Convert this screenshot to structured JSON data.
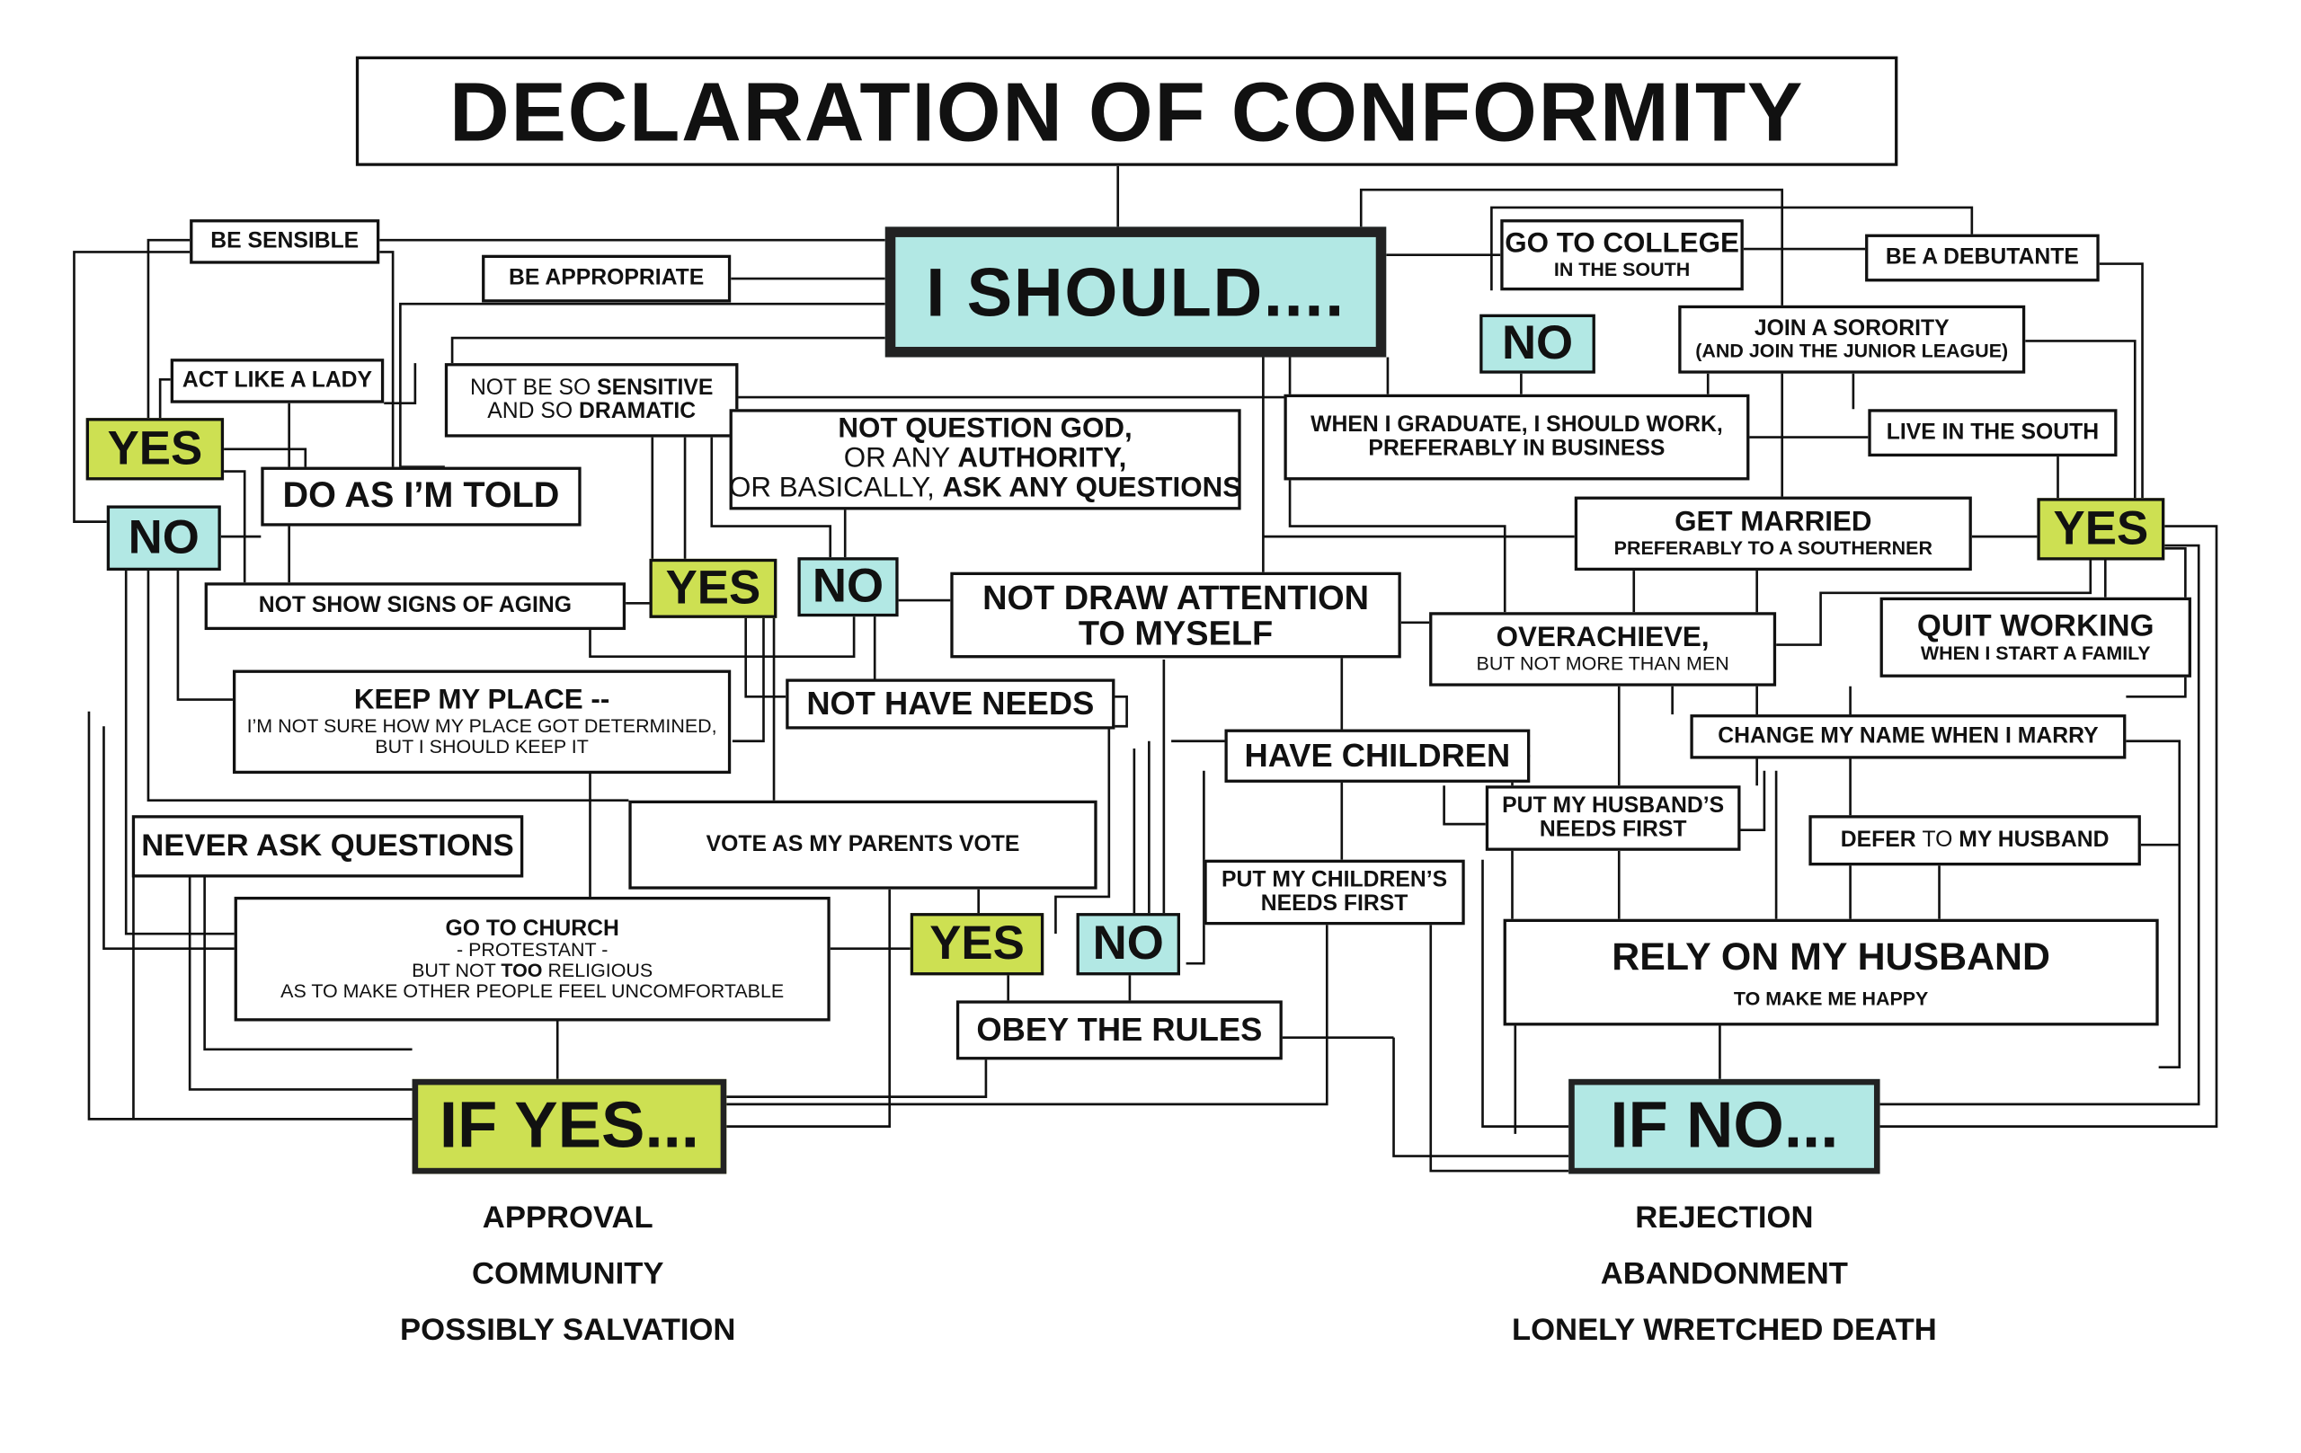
{
  "title": "DECLARATION OF CONFORMITY",
  "colors": {
    "yes": "#cde052",
    "no": "#b2e8e4",
    "ink": "#111111"
  },
  "nodes": [
    {
      "id": "should",
      "kind": "root",
      "lines": [
        [
          {
            "t": "I SHOULD...."
          }
        ]
      ]
    },
    {
      "id": "sensible",
      "kind": "sm",
      "lines": [
        [
          {
            "t": "BE SENSIBLE"
          }
        ]
      ]
    },
    {
      "id": "appropriate",
      "kind": "sm",
      "lines": [
        [
          {
            "t": "BE APPROPRIATE"
          }
        ]
      ]
    },
    {
      "id": "lady",
      "kind": "sm",
      "lines": [
        [
          {
            "t": "ACT LIKE A LADY"
          }
        ]
      ]
    },
    {
      "id": "sensitive",
      "kind": "sm",
      "lines": [
        [
          {
            "t": "NOT BE SO ",
            "r": true
          },
          {
            "t": "SENSITIVE"
          }
        ],
        [
          {
            "t": "AND SO ",
            "r": true
          },
          {
            "t": "DRAMATIC"
          }
        ]
      ]
    },
    {
      "id": "question",
      "kind": "big",
      "lines": [
        [
          {
            "t": "NOT QUESTION GOD,"
          }
        ],
        [
          {
            "t": "OR ANY ",
            "r": true
          },
          {
            "t": "AUTHORITY,"
          }
        ],
        [
          {
            "t": "OR BASICALLY, ",
            "r": true
          },
          {
            "t": "ASK ANY QUESTIONS"
          }
        ]
      ]
    },
    {
      "id": "yes1",
      "kind": "yes",
      "lines": [
        [
          {
            "t": "YES"
          }
        ]
      ]
    },
    {
      "id": "no1",
      "kind": "no",
      "lines": [
        [
          {
            "t": "NO"
          }
        ]
      ]
    },
    {
      "id": "told",
      "kind": "big",
      "lines": [
        [
          {
            "t": "DO AS I’M TOLD"
          }
        ]
      ]
    },
    {
      "id": "aging",
      "kind": "sm",
      "lines": [
        [
          {
            "t": "NOT SHOW SIGNS OF AGING"
          }
        ]
      ]
    },
    {
      "id": "yes2",
      "kind": "yes",
      "lines": [
        [
          {
            "t": "YES"
          }
        ]
      ]
    },
    {
      "id": "no2",
      "kind": "no",
      "lines": [
        [
          {
            "t": "NO"
          }
        ]
      ]
    },
    {
      "id": "attention",
      "kind": "big",
      "lines": [
        [
          {
            "t": "NOT DRAW ATTENTION"
          }
        ],
        [
          {
            "t": "TO MYSELF"
          }
        ]
      ]
    },
    {
      "id": "place",
      "kind": "big",
      "lines": [
        [
          {
            "t": "KEEP MY PLACE --"
          }
        ],
        [
          {
            "t": "I’M NOT SURE HOW MY PLACE GOT DETERMINED,",
            "r": true,
            "s": true
          }
        ],
        [
          {
            "t": "BUT I SHOULD KEEP IT",
            "r": true,
            "s": true
          }
        ]
      ]
    },
    {
      "id": "needs",
      "kind": "big",
      "lines": [
        [
          {
            "t": "NOT HAVE NEEDS"
          }
        ]
      ]
    },
    {
      "id": "children",
      "kind": "big",
      "lines": [
        [
          {
            "t": "HAVE CHILDREN"
          }
        ]
      ]
    },
    {
      "id": "never",
      "kind": "big",
      "lines": [
        [
          {
            "t": "NEVER ASK QUESTIONS"
          }
        ]
      ]
    },
    {
      "id": "vote",
      "kind": "sm",
      "lines": [
        [
          {
            "t": "VOTE AS MY PARENTS VOTE"
          }
        ]
      ]
    },
    {
      "id": "church",
      "kind": "sm",
      "lines": [
        [
          {
            "t": "GO TO CHURCH"
          }
        ],
        [
          {
            "t": "- PROTESTANT -",
            "r": true,
            "s": true
          }
        ],
        [
          {
            "t": "BUT NOT ",
            "r": true,
            "s": true
          },
          {
            "t": "TOO",
            "s": true
          },
          {
            "t": " RELIGIOUS",
            "r": true,
            "s": true
          }
        ],
        [
          {
            "t": "AS TO MAKE OTHER PEOPLE FEEL UNCOMFORTABLE",
            "r": true,
            "s": true
          }
        ]
      ]
    },
    {
      "id": "yes3",
      "kind": "yes",
      "lines": [
        [
          {
            "t": "YES"
          }
        ]
      ]
    },
    {
      "id": "no3",
      "kind": "no",
      "lines": [
        [
          {
            "t": "NO"
          }
        ]
      ]
    },
    {
      "id": "rules",
      "kind": "big",
      "lines": [
        [
          {
            "t": "OBEY THE RULES"
          }
        ]
      ]
    },
    {
      "id": "kids",
      "kind": "sm",
      "lines": [
        [
          {
            "t": "PUT MY CHILDREN’S"
          }
        ],
        [
          {
            "t": "NEEDS FIRST"
          }
        ]
      ]
    },
    {
      "id": "husneeds",
      "kind": "sm",
      "lines": [
        [
          {
            "t": "PUT MY HUSBAND’S"
          }
        ],
        [
          {
            "t": "NEEDS FIRST"
          }
        ]
      ]
    },
    {
      "id": "college",
      "kind": "big",
      "lines": [
        [
          {
            "t": "GO TO COLLEGE"
          }
        ],
        [
          {
            "t": "IN THE SOUTH",
            "s": true
          }
        ]
      ]
    },
    {
      "id": "no4",
      "kind": "no",
      "lines": [
        [
          {
            "t": "NO"
          }
        ]
      ]
    },
    {
      "id": "debutante",
      "kind": "sm",
      "lines": [
        [
          {
            "t": "BE A DEBUTANTE"
          }
        ]
      ]
    },
    {
      "id": "sorority",
      "kind": "sm",
      "lines": [
        [
          {
            "t": "JOIN A SORORITY"
          }
        ],
        [
          {
            "t": "(AND JOIN THE JUNIOR LEAGUE)",
            "s": true
          }
        ]
      ]
    },
    {
      "id": "graduate",
      "kind": "sm",
      "lines": [
        [
          {
            "t": "WHEN I GRADUATE, I SHOULD WORK,"
          }
        ],
        [
          {
            "t": "PREFERABLY IN BUSINESS"
          }
        ]
      ]
    },
    {
      "id": "livesouth",
      "kind": "sm",
      "lines": [
        [
          {
            "t": "LIVE IN THE SOUTH"
          }
        ]
      ]
    },
    {
      "id": "married",
      "kind": "big",
      "lines": [
        [
          {
            "t": "GET MARRIED"
          }
        ],
        [
          {
            "t": "PREFERABLY TO A SOUTHERNER",
            "s": true
          }
        ]
      ]
    },
    {
      "id": "yes5",
      "kind": "yes",
      "lines": [
        [
          {
            "t": "YES"
          }
        ]
      ]
    },
    {
      "id": "overachieve",
      "kind": "big",
      "lines": [
        [
          {
            "t": "OVERACHIEVE,"
          }
        ],
        [
          {
            "t": "BUT NOT MORE THAN MEN",
            "r": true,
            "s": true
          }
        ]
      ]
    },
    {
      "id": "quit",
      "kind": "big",
      "lines": [
        [
          {
            "t": "QUIT WORKING"
          }
        ],
        [
          {
            "t": "WHEN I START A FAMILY",
            "s": true
          }
        ]
      ]
    },
    {
      "id": "rename",
      "kind": "sm",
      "lines": [
        [
          {
            "t": "CHANGE MY NAME WHEN I MARRY"
          }
        ]
      ]
    },
    {
      "id": "defer",
      "kind": "sm",
      "lines": [
        [
          {
            "t": "DEFER ",
            "r": false
          },
          {
            "t": "TO",
            "r": true
          },
          {
            "t": " MY HUSBAND"
          }
        ]
      ]
    },
    {
      "id": "rely",
      "kind": "big",
      "lines": [
        [
          {
            "t": "RELY ON MY HUSBAND"
          }
        ],
        [
          {
            "t": "TO MAKE ME HAPPY",
            "s": true
          }
        ]
      ]
    },
    {
      "id": "ifyes",
      "kind": "yes",
      "lines": [
        [
          {
            "t": "IF YES..."
          }
        ]
      ]
    },
    {
      "id": "ifno",
      "kind": "no",
      "lines": [
        [
          {
            "t": "IF NO..."
          }
        ]
      ]
    }
  ],
  "outcomes": {
    "yes": [
      "APPROVAL",
      "COMMUNITY",
      "POSSIBLY SALVATION"
    ],
    "no": [
      "REJECTION",
      "ABANDONMENT",
      "LONELY WRETCHED DEATH"
    ]
  }
}
